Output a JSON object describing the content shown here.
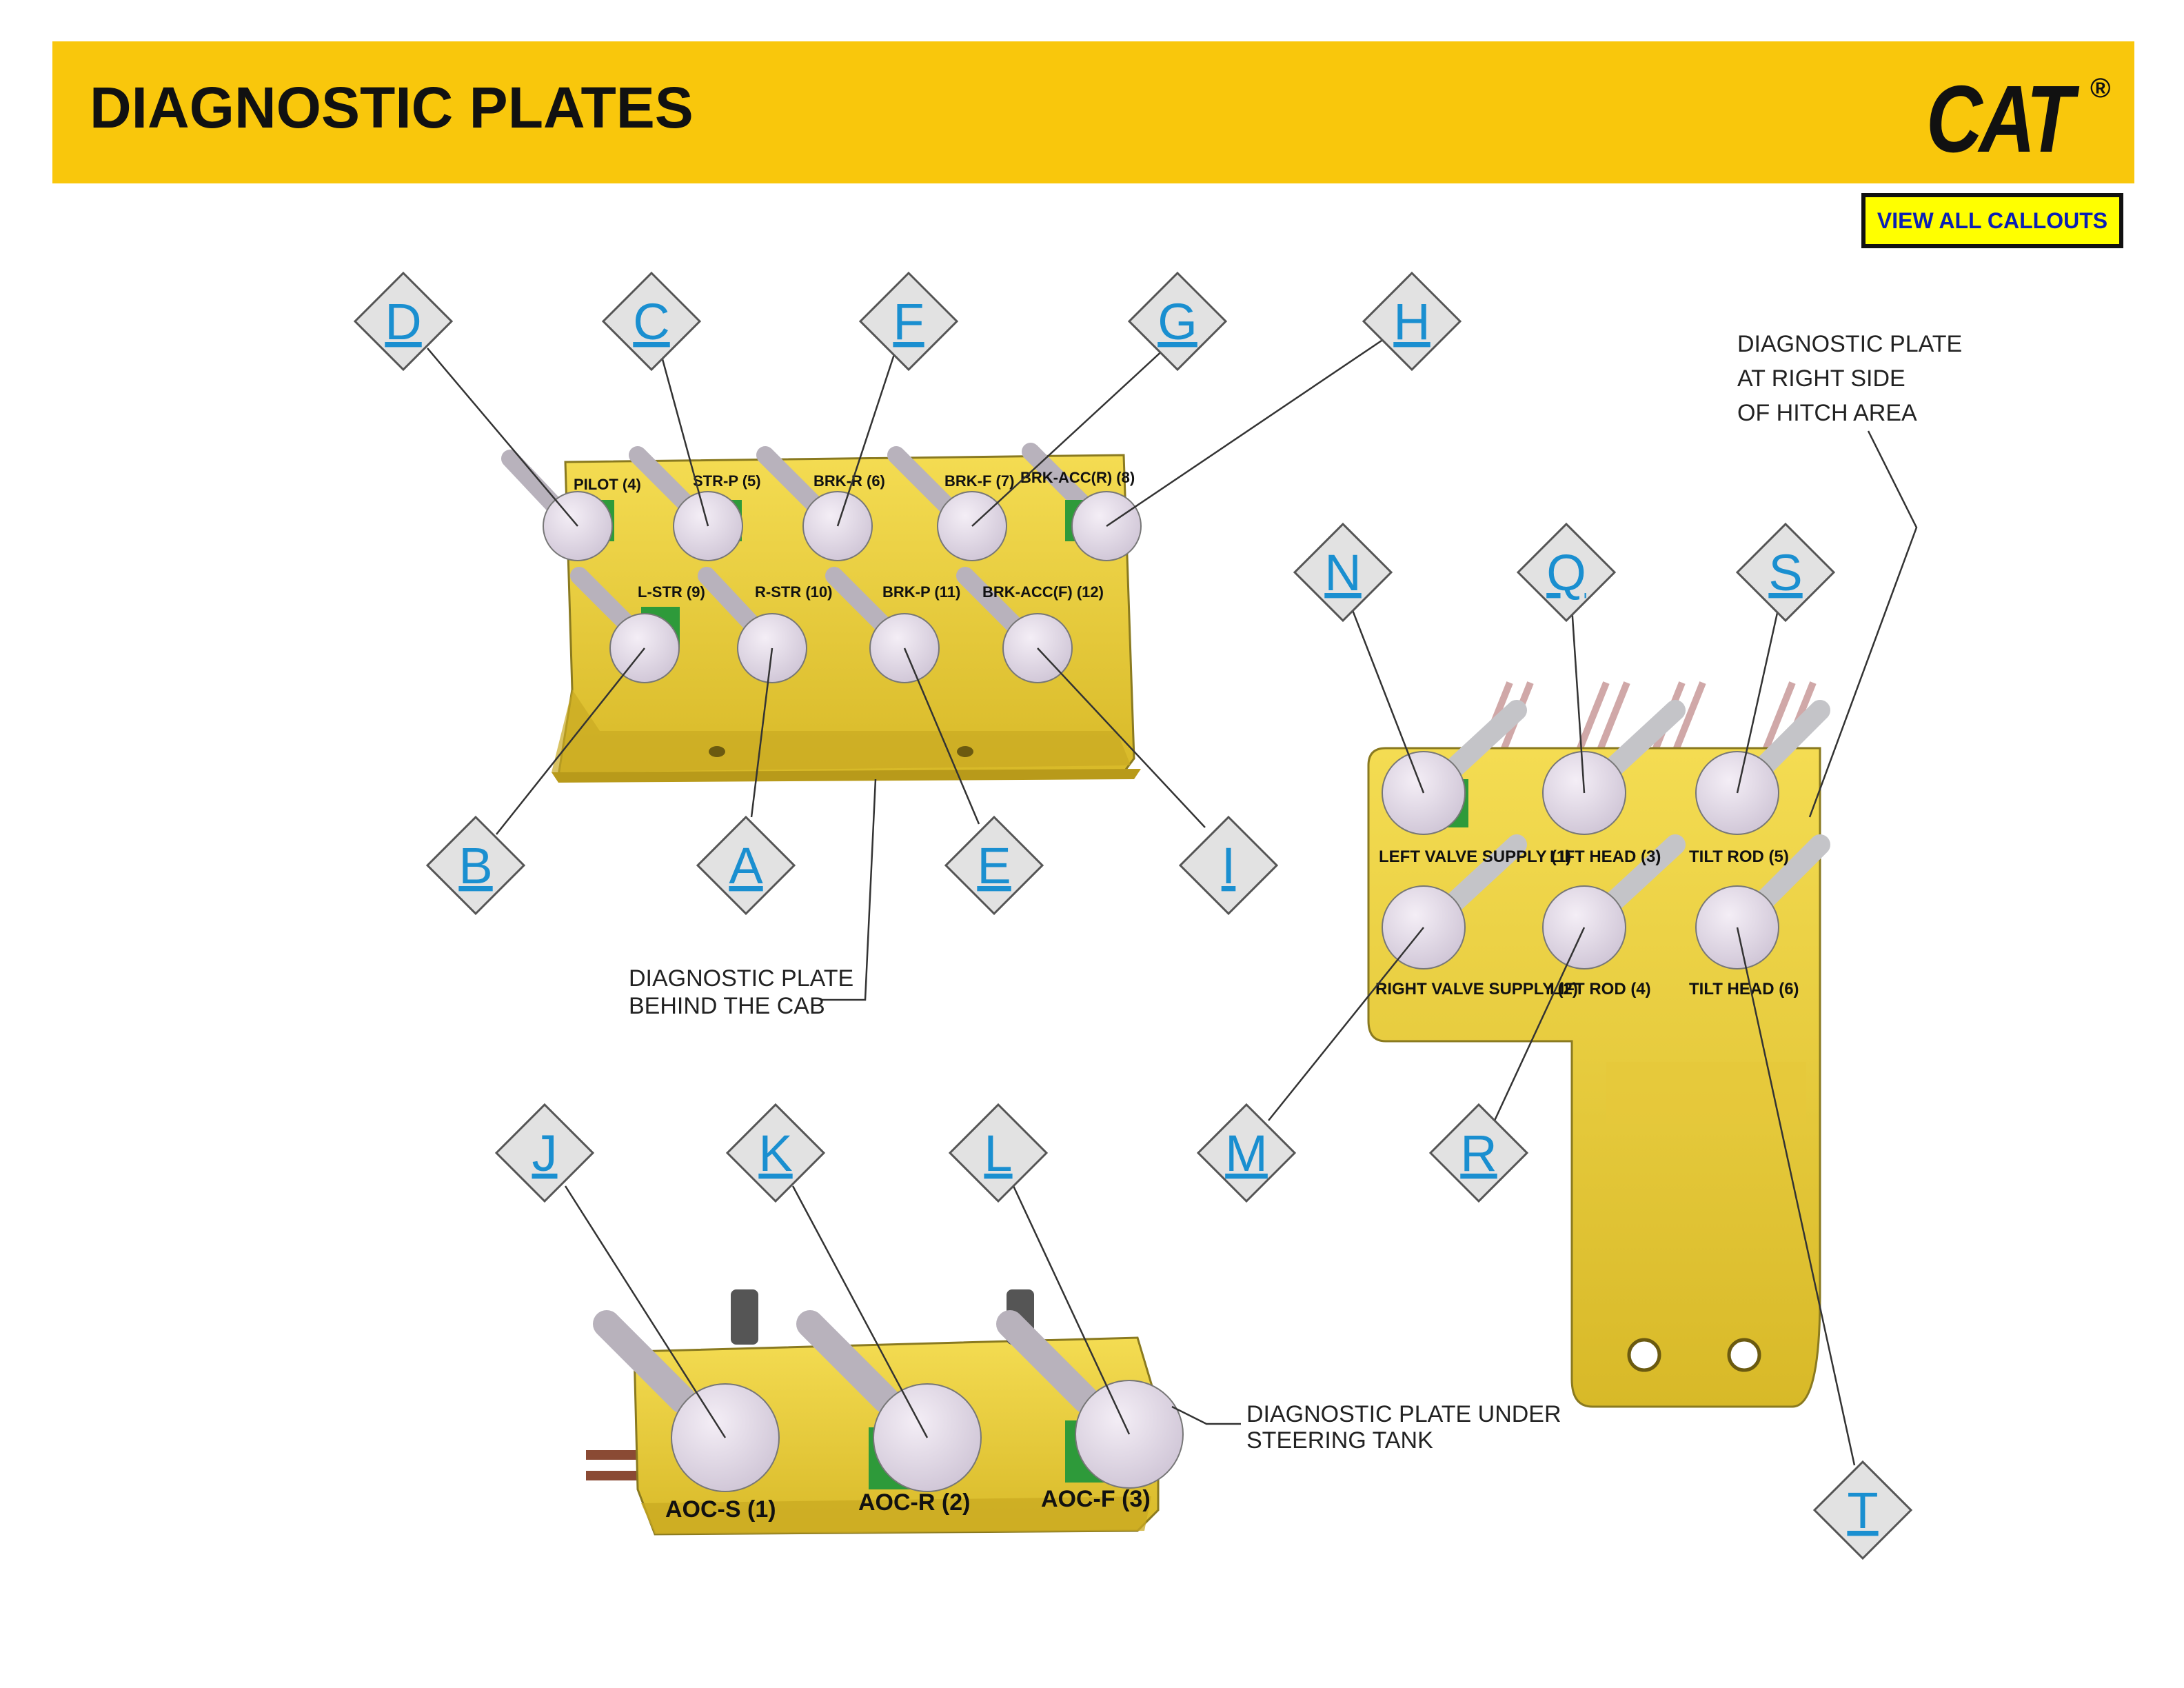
{
  "header": {
    "title": "DIAGNOSTIC PLATES",
    "logo_text": "CAT",
    "logo_mark": "®"
  },
  "view_all_button": "VIEW ALL CALLOUTS",
  "plate_labels": {
    "cab": [
      "DIAGNOSTIC PLATE",
      "BEHIND THE CAB"
    ],
    "hitch": [
      "DIAGNOSTIC PLATE",
      "AT RIGHT SIDE",
      "OF HITCH AREA"
    ],
    "steering": [
      "DIAGNOSTIC PLATE UNDER",
      "STEERING TANK"
    ]
  },
  "cab_ports_top": [
    "PILOT (4)",
    "STR-P (5)",
    "BRK-R (6)",
    "BRK-F (7)",
    "BRK-ACC(R) (8)"
  ],
  "cab_ports_bottom": [
    "L-STR (9)",
    "R-STR (10)",
    "BRK-P (11)",
    "BRK-ACC(F) (12)"
  ],
  "hitch_ports": [
    "LEFT VALVE SUPPLY (1)",
    "LIFT HEAD (3)",
    "TILT ROD (5)",
    "RIGHT VALVE SUPPLY (2)",
    "LIFT ROD (4)",
    "TILT HEAD (6)"
  ],
  "steering_ports": [
    "AOC-S (1)",
    "AOC-R (2)",
    "AOC-F (3)"
  ],
  "callouts": [
    "D",
    "C",
    "F",
    "G",
    "H",
    "B",
    "A",
    "E",
    "I",
    "N",
    "Q",
    "S",
    "M",
    "R",
    "T",
    "J",
    "K",
    "L"
  ],
  "colors": {
    "header": "#f9c70c",
    "plate": "#f0d43a",
    "plate_shadow": "#b89a1a",
    "fitting_cap": "#e4dde8",
    "fitting_nut": "#2e9a3a",
    "callout_fill": "#e2e2e2",
    "callout_text": "#1a8fd0",
    "button_fill": "#ffff00",
    "button_text": "#0a1fb4"
  }
}
